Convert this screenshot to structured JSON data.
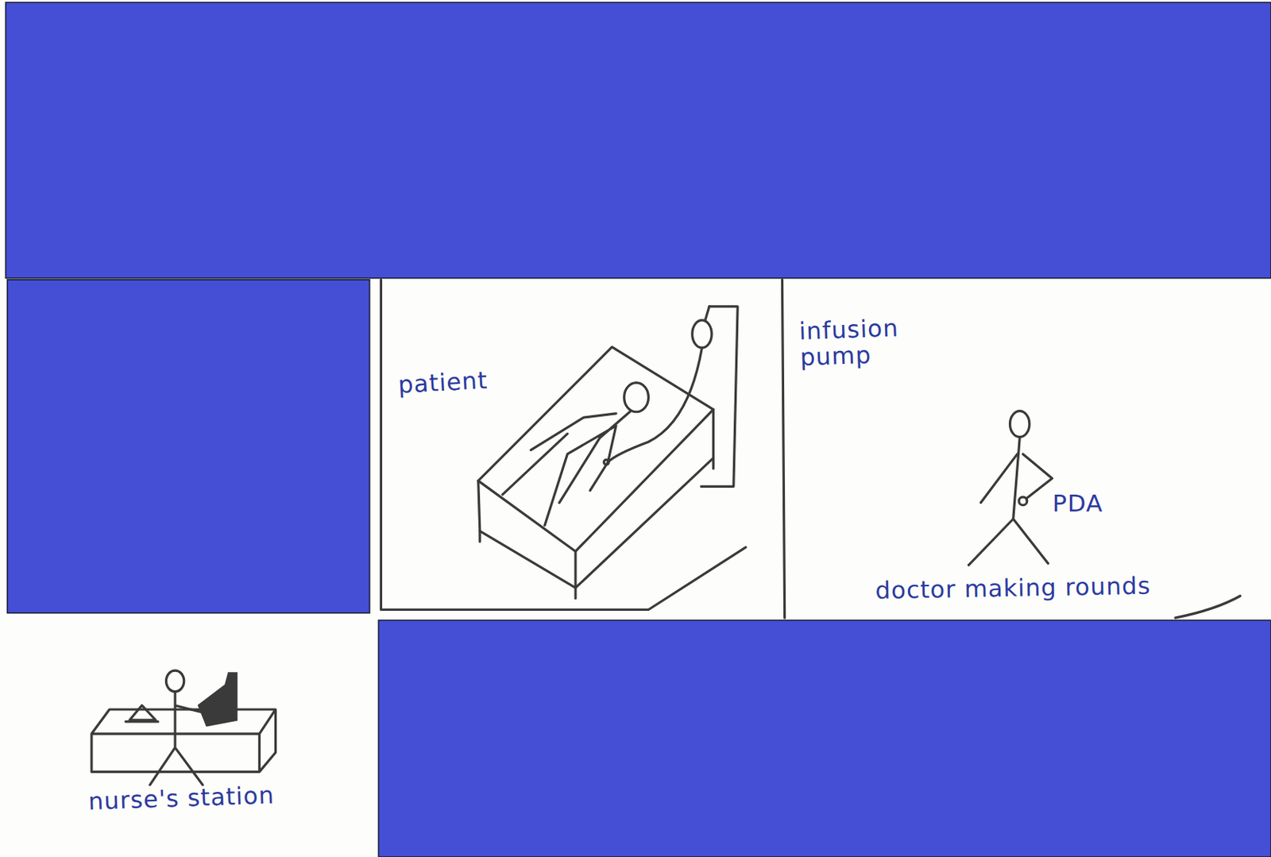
{
  "diagram": {
    "labels": [
      "patient",
      "infusion pump",
      "PDA",
      "doctor making rounds",
      "nurse's station"
    ]
  }
}
